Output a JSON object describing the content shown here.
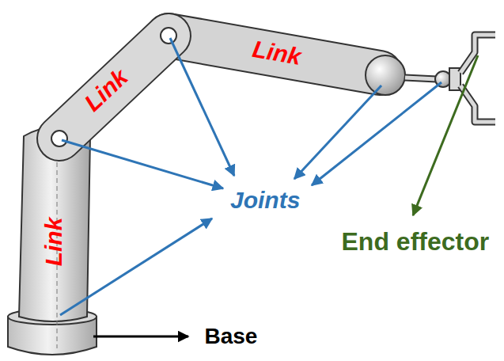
{
  "diagram": {
    "labels": [
      "Link",
      "Link",
      "Link",
      "Joints",
      "End effector",
      "Base"
    ]
  }
}
